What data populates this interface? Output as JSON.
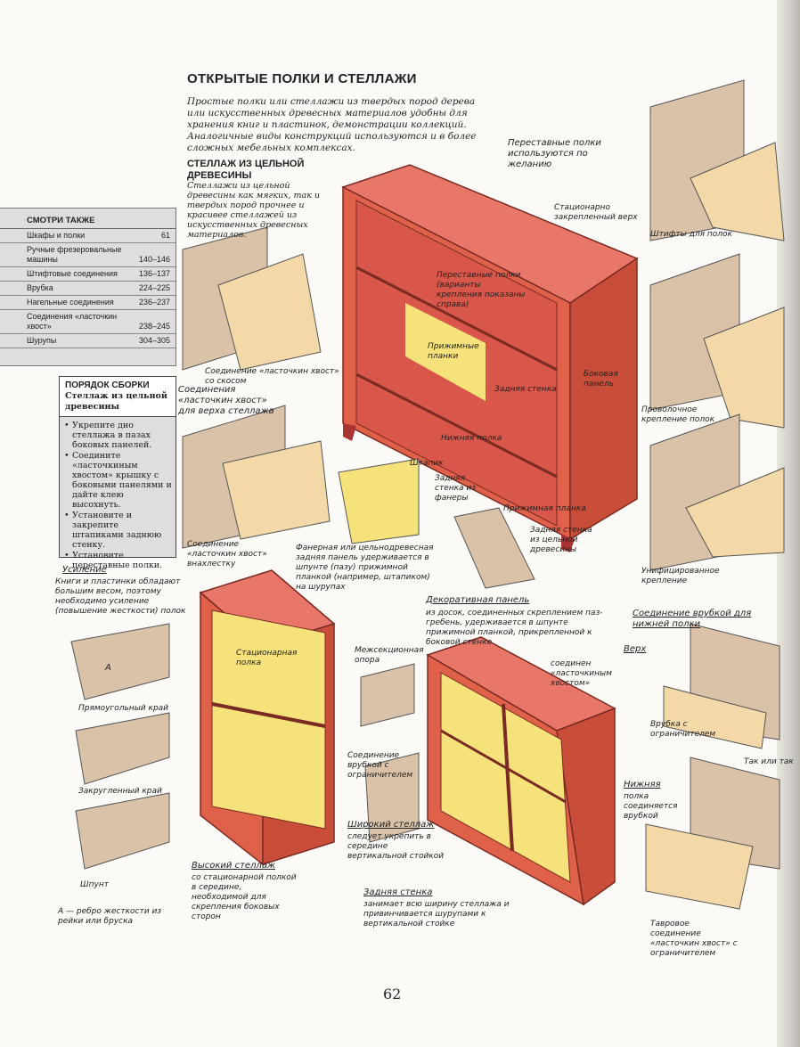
{
  "title": "ОТКРЫТЫЕ ПОЛКИ И СТЕЛЛАЖИ",
  "intro": "Простые полки или стеллажи из твердых пород дерева или искусственных древесных материалов удобны для хранения книг и пластинок, демонстрации коллекций. Аналогичные виды конструкций используются и в более сложных мебельных комплексах.",
  "section": {
    "heading": "СТЕЛЛАЖ ИЗ ЦЕЛЬНОЙ ДРЕВЕСИНЫ",
    "text": "Стеллажи из цельной древесины как мягких, так и твердых пород прочнее и красивее стеллажей из искусственных древесных материалов."
  },
  "see_also": {
    "heading": "СМОТРИ ТАКЖЕ",
    "rows": [
      {
        "label": "Шкафы и полки",
        "pages": "61"
      },
      {
        "label": "Ручные фрезеровальные машины",
        "pages": "140–146"
      },
      {
        "label": "Штифтовые соединения",
        "pages": "136–137"
      },
      {
        "label": "Врубка",
        "pages": "224–225"
      },
      {
        "label": "Нагельные соединения",
        "pages": "236–237"
      },
      {
        "label": "Соединения «ласточкин хвост»",
        "pages": "238–245"
      },
      {
        "label": "Шурупы",
        "pages": "304–305"
      }
    ]
  },
  "assembly": {
    "heading": "ПОРЯДОК СБОРКИ",
    "subheading": "Стеллаж из цельной древесины",
    "steps": [
      "Укрепите дно стеллажа в пазах боковых панелей.",
      "Соедините «ласточкиным хвостом» крышку с боковыми панелями и дайте клею высохнуть.",
      "Установите и закрепите штапиками заднюю стенку.",
      "Установите переставные полки."
    ]
  },
  "labels": {
    "movable": "Переставные полки используются по желанию",
    "fixed_top": "Стационарно закрепленный верх",
    "pins": "Штифты для полок",
    "wire": "Проволочное крепление полок",
    "unified": "Унифицированное крепление",
    "dovetail_blind": "Соединение «ласточкин хвост» со скосом",
    "dovetail_top": "Соединения «ласточкин хвост» для верха стеллажа",
    "dovetail_through": "Соединение «ласточкин хвост» внахлестку",
    "movable_mid": "Переставные полки (варианты крепления показаны справа)",
    "pressure_strips": "Прижимные планки",
    "back_wall": "Задняя стенка",
    "side_panel": "Боковая панель",
    "bottom_shelf": "Нижняя полка",
    "staple": "Штапик",
    "plywood_back": "Задняя стенка из фанеры",
    "pressure_strip": "Прижимная планка",
    "solid_back": "Задняя стенка из цельной древесины",
    "veneer_panel": "Фанерная или цельнодревесная задняя панель удерживается в шпунте (пазу) прижимной планкой (например, штапиком) на шурупах",
    "decor_panel_head": "Декоративная панель",
    "decor_panel": "из досок, соединенных скреплением паз-гребень, удерживается в шпунте прижимной планкой, прикрепленной к боковой стенке",
    "reinforce_head": "Усиление",
    "reinforce": "Книги и пластинки обладают большим весом, поэтому необходимо усиление (повышение жесткости) полок",
    "straight_edge": "Прямоугольный край",
    "rounded_edge": "Закругленный край",
    "stud": "Шпунт",
    "a_note": "А — ребро жесткости из рейки или бруска",
    "letter_a": "А",
    "fixed_shelf": "Стационарная полка",
    "tall_head": "Высокий стеллаж",
    "tall": "со стационарной полкой в середине, необходимой для скрепления боковых сторон",
    "intersection": "Межсекционная опора",
    "housing_stop": "Соединение врубкой с ограничителем",
    "wide_head": "Широкий стеллаж",
    "wide": "следует укрепить в середине вертикальной стойкой",
    "back_head": "Задняя стенка",
    "back": "занимает всю ширину стеллажа и привинчивается шурупами к вертикальной стойке",
    "top_head": "Верх",
    "top": "соединен «ласточкиным хвостом»",
    "housing_bottom": "Соединение врубкой для нижней полки",
    "housing_limit": "Врубка с ограничителем",
    "either": "Так или так",
    "bottom_head": "Нижняя",
    "bottom": "полка соединяется врубкой",
    "tee_dovetail": "Тавровое соединение «ласточкин хвост» с ограничителем"
  },
  "colors": {
    "wood_red": "#e0614a",
    "wood_light": "#f3d9a8",
    "shelf_yellow": "#f6e27a",
    "panel": "#d9c2a8"
  },
  "page_number": "62"
}
